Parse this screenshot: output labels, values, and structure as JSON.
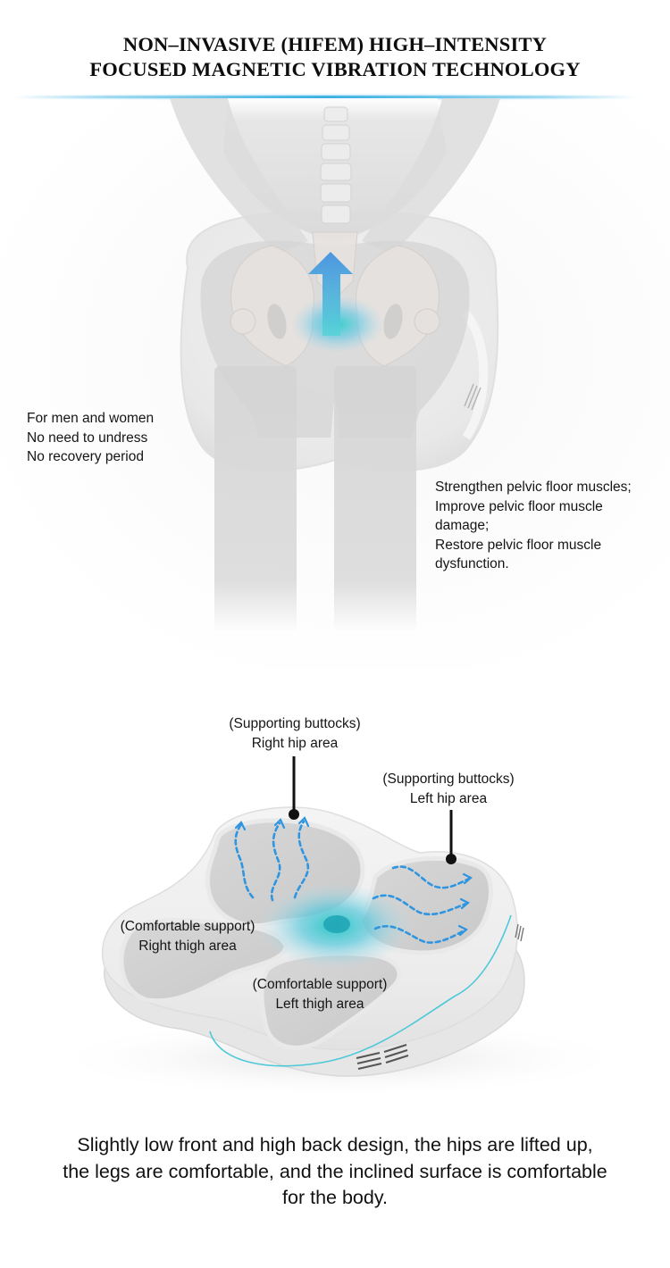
{
  "header": {
    "title_lines": [
      "NON–INVASIVE (HIFEM) HIGH–INTENSITY",
      "FOCUSED MAGNETIC VIBRATION TECHNOLOGY"
    ]
  },
  "colors": {
    "accent_blue": "#35aee0",
    "glow_teal": "#3fd6d0",
    "arrow_blue": "#4a9fe0",
    "body_gray": "#d9d9d9",
    "text": "#111111"
  },
  "top_illustration": {
    "description": "Translucent pelvis/skeleton seated on magnetic chair cushion with upward blue arrow",
    "icons": [
      "pelvis-illustration",
      "spine-illustration",
      "upward-arrow-icon",
      "cushion-illustration"
    ],
    "benefits_left": [
      "For men and women",
      "No need to undress",
      "No recovery period"
    ],
    "benefits_right": [
      "Strengthen pelvic floor muscles;",
      "Improve pelvic floor muscle",
      "damage;",
      "Restore pelvic floor muscle",
      "dysfunction."
    ]
  },
  "bottom_illustration": {
    "description": "Four-zone chair cushion with blue dashed wave arrows and central teal emitter",
    "zones": [
      {
        "id": "right-hip",
        "line1": "(Supporting buttocks)",
        "line2": "Right hip area"
      },
      {
        "id": "left-hip",
        "line1": "(Supporting buttocks)",
        "line2": "Left hip area"
      },
      {
        "id": "right-thigh",
        "line1": "(Comfortable support)",
        "line2": "Right thigh area"
      },
      {
        "id": "left-thigh",
        "line1": "(Comfortable support)",
        "line2": "Left thigh area"
      }
    ]
  },
  "caption": {
    "lines": [
      "Slightly low front and high back design, the hips are lifted up,",
      "the legs are comfortable, and the inclined surface is comfortable",
      "for the body."
    ]
  }
}
